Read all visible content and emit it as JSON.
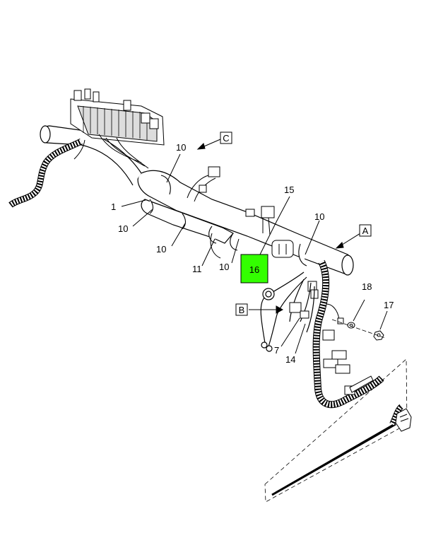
{
  "callouts": {
    "c1": "1",
    "c10a": "10",
    "c10b": "10",
    "c10c": "10",
    "c10d": "10",
    "c10e": "10",
    "c11": "11",
    "c15": "15",
    "c16": "16",
    "c18": "18",
    "c17": "17",
    "c7": "7",
    "c14": "14"
  },
  "view_labels": {
    "A": "A",
    "B": "B",
    "C": "C"
  },
  "colors": {
    "highlight": "#33ff00",
    "line": "#000000",
    "background": "#ffffff"
  }
}
